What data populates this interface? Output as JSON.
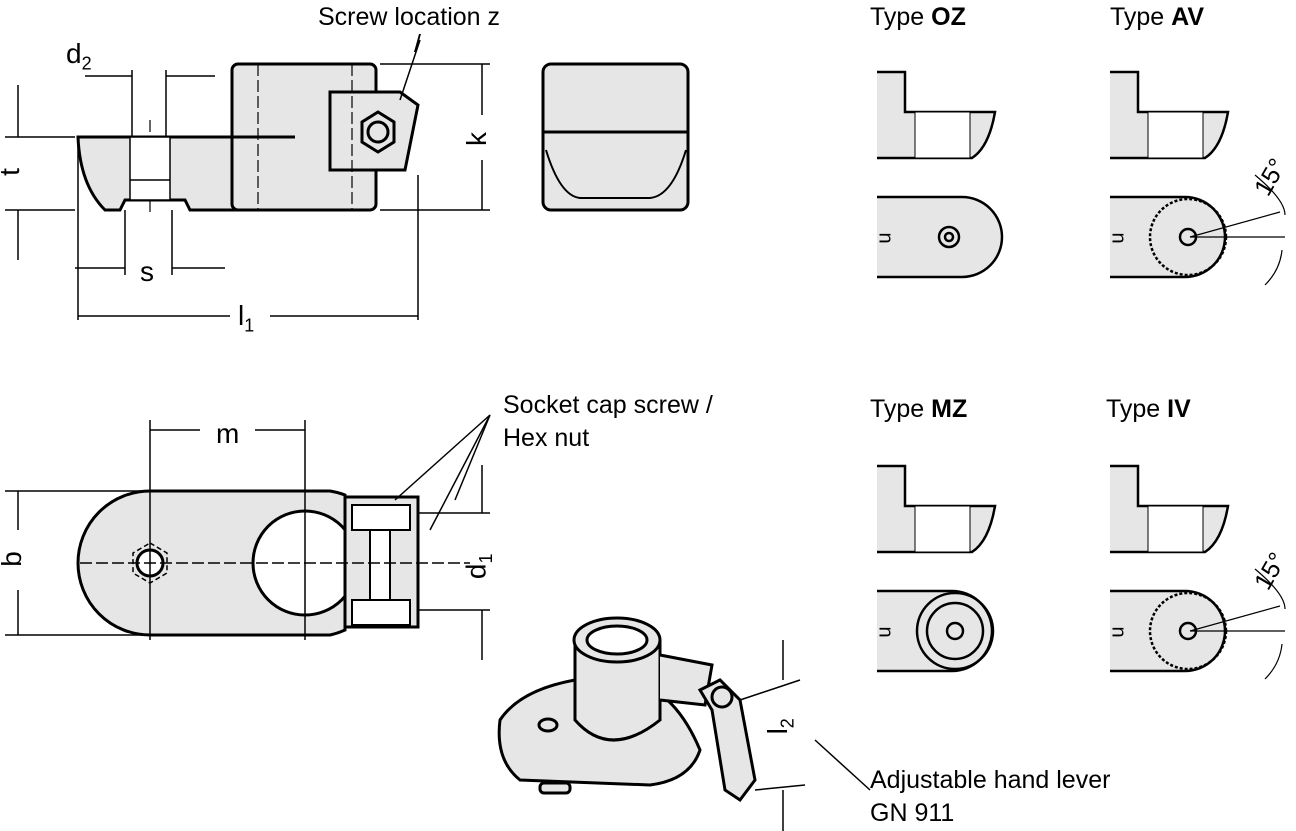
{
  "labels": {
    "screw_location": "Screw location z",
    "slash": "/",
    "socket_cap_line1": "Socket cap screw /",
    "socket_cap_line2": "Hex nut",
    "hand_lever_line1": "Adjustable hand lever",
    "hand_lever_line2": "GN 911"
  },
  "dimensions": {
    "d": "d",
    "d_sub": "2",
    "t": "t",
    "s": "s",
    "l": "l",
    "l_sub": "1",
    "k": "k",
    "m": "m",
    "b": "b",
    "d1": "d",
    "d1_sub": "1",
    "l2": "l",
    "l2_sub": "2",
    "u": "u",
    "angle": "15°"
  },
  "types": [
    {
      "prefix": "Type ",
      "code": "OZ"
    },
    {
      "prefix": "Type ",
      "code": "AV"
    },
    {
      "prefix": "Type ",
      "code": "MZ"
    },
    {
      "prefix": "Type ",
      "code": "IV"
    }
  ]
}
